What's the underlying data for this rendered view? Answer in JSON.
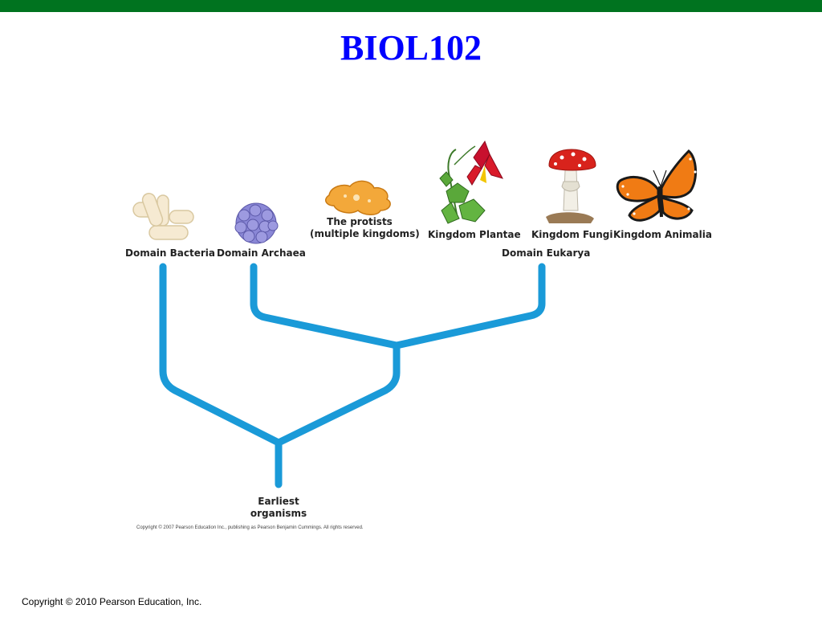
{
  "slide": {
    "title": "BIOL102",
    "footer": "Copyright © 2010 Pearson Education, Inc."
  },
  "figure": {
    "credit": "Copyright © 2007 Pearson Education Inc., publishing as Pearson Benjamin Cummings. All rights reserved.",
    "root_label_line1": "Earliest",
    "root_label_line2": "organisms",
    "domains": {
      "bacteria": "Domain Bacteria",
      "archaea": "Domain Archaea",
      "eukarya": "Domain Eukarya"
    },
    "kingdoms": {
      "protists_line1": "The protists",
      "protists_line2": "(multiple  kingdoms)",
      "plantae": "Kingdom  Plantae",
      "fungi": "Kingdom Fungi",
      "animalia": "Kingdom Animalia"
    },
    "icons": [
      "bacteria-cells-icon",
      "archaea-cell-icon",
      "amoeba-icon",
      "columbine-flower-icon",
      "mushroom-icon",
      "monarch-butterfly-icon"
    ]
  },
  "colors": {
    "top_bar": "#00731f",
    "title": "#0000ff",
    "tree_branch": "#1a9ad8"
  }
}
